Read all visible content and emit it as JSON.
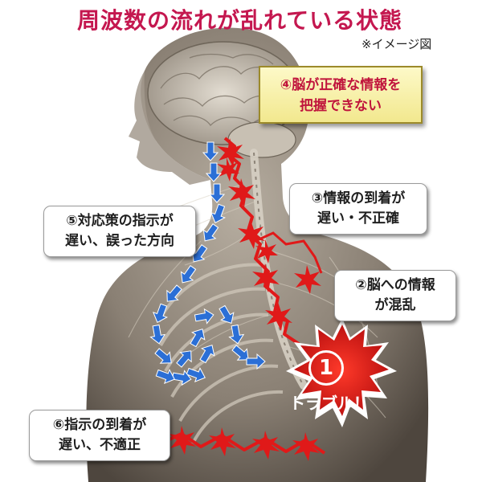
{
  "title": "周波数の流れが乱れている状態",
  "note": "※イメージ図",
  "header_box": {
    "line1": "④脳が正確な情報を",
    "line2": "把握できない"
  },
  "callouts": [
    {
      "id": "3",
      "line1": "③情報の到着が",
      "line2": "遅い・不正確"
    },
    {
      "id": "2",
      "line1": "②脳への情報",
      "line2": "が混乱"
    },
    {
      "id": "5",
      "line1": "⑤対応策の指示が",
      "line2": "遅い、誤った方向"
    },
    {
      "id": "6",
      "line1": "⑥指示の到着が",
      "line2": "遅い、不適正"
    }
  ],
  "burst": {
    "number": "1",
    "label": "トラブル！"
  },
  "colors": {
    "title": "#c4174f",
    "box_text": "#c0143c",
    "box_fill": "#f6ee9f",
    "box_border": "#9c8a2a",
    "signal_red": "#e01919",
    "signal_blue": "#2b6fd6",
    "body_tone": "#8a8074",
    "background": "#ffffff"
  },
  "icons": {
    "burst": "starburst",
    "arrows": "arrow-right-down"
  }
}
